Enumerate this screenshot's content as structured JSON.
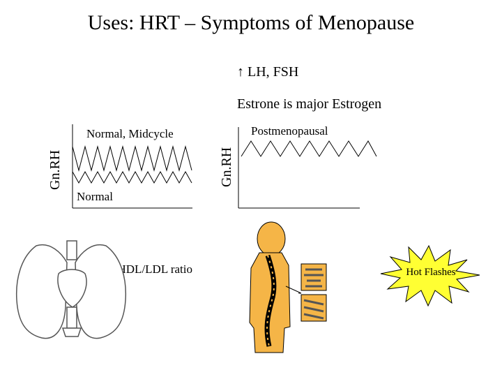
{
  "title": "Uses: HRT – Symptoms of Menopause",
  "lh_fsh": "↑ LH, FSH",
  "estrone": "Estrone is major Estrogen",
  "panel_left": {
    "top_label": "Normal, Midcycle",
    "bottom_label": "Normal",
    "axis_label": "Gn.RH"
  },
  "panel_right": {
    "top_label": "Postmenopausal",
    "axis_label": "Gn.RH"
  },
  "hdl_ldl": "↓HDL/LDL ratio",
  "hot_flashes": "Hot Flashes",
  "colors": {
    "body_fill": "#f5b547",
    "starburst": "#ffff33",
    "line": "#000000"
  }
}
